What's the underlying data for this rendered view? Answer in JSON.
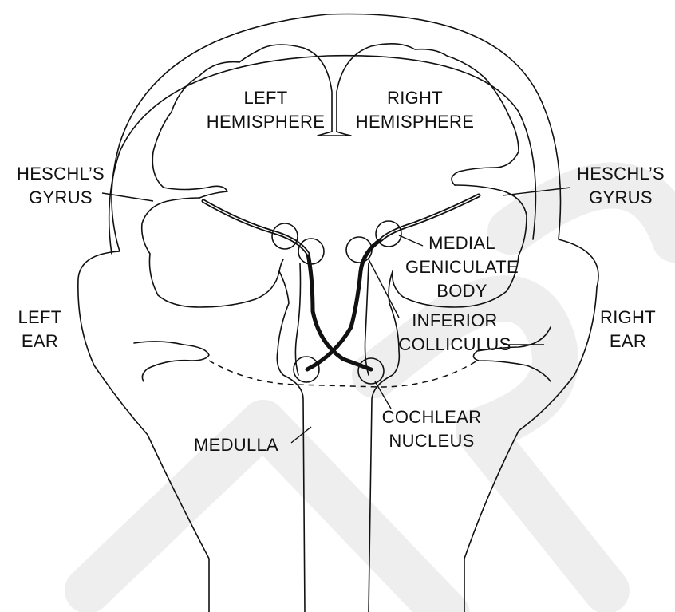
{
  "labels": {
    "left_hemisphere": [
      "LEFT",
      "HEMISPHERE"
    ],
    "right_hemisphere": [
      "RIGHT",
      "HEMISPHERE"
    ],
    "heschl_left": [
      "HESCHL’S",
      "GYRUS"
    ],
    "heschl_right": [
      "HESCHL’S",
      "GYRUS"
    ],
    "medial_geniculate": [
      "MEDIAL",
      "GENICULATE",
      "BODY"
    ],
    "left_ear": [
      "LEFT",
      "EAR"
    ],
    "right_ear": [
      "RIGHT",
      "EAR"
    ],
    "inferior_colliculus": [
      "INFERIOR",
      "COLLICULUS"
    ],
    "cochlear_nucleus": [
      "COCHLEAR",
      "NUCLEUS"
    ],
    "medulla": [
      "MEDULLA"
    ]
  },
  "colors": {
    "line": "#111111",
    "watermark": "#eeeeee",
    "background": "#ffffff"
  }
}
